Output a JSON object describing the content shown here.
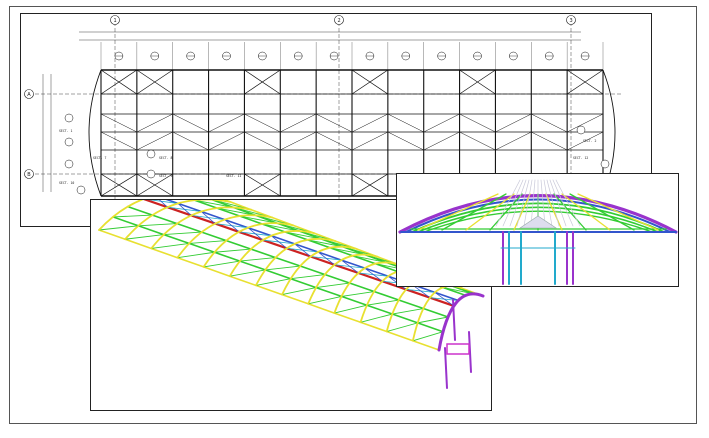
{
  "figure": {
    "panels": [
      "plan-drawing",
      "isometric-3d-view",
      "section-3d-view"
    ]
  },
  "plan": {
    "grid_marks_top": [
      "1",
      "2",
      "3"
    ],
    "grid_marks_left": [
      "A",
      "B"
    ],
    "bay_count": 14,
    "labels": {
      "section_1": "SECT. 1",
      "section_2": "SECT. 2",
      "section_7": "SECT. 7",
      "section_8": "SECT. 8",
      "section_9": "SECT. 9",
      "section_10": "SECT. 10",
      "section_11": "SECT. 11",
      "section_12": "SECT. 12"
    }
  },
  "colors": {
    "line": "#111111",
    "yellow": "#e8e030",
    "green": "#33cc33",
    "red": "#cc2222",
    "blue": "#3355cc",
    "purple": "#9933cc",
    "cyan": "#22aacc",
    "magenta": "#cc33cc"
  }
}
